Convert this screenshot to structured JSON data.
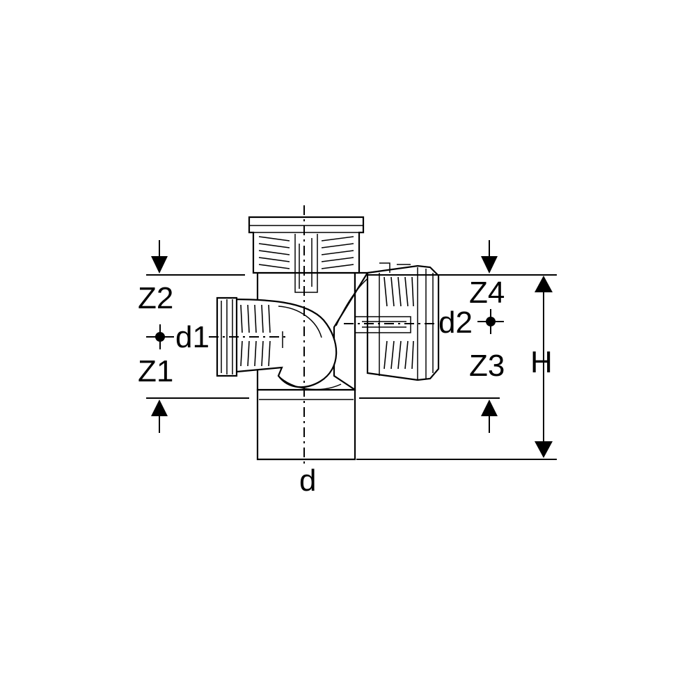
{
  "labels": {
    "z2": "Z2",
    "z1": "Z1",
    "d1": "d1",
    "z4": "Z4",
    "d2": "d2",
    "z3": "Z3",
    "h": "H",
    "d": "d"
  }
}
